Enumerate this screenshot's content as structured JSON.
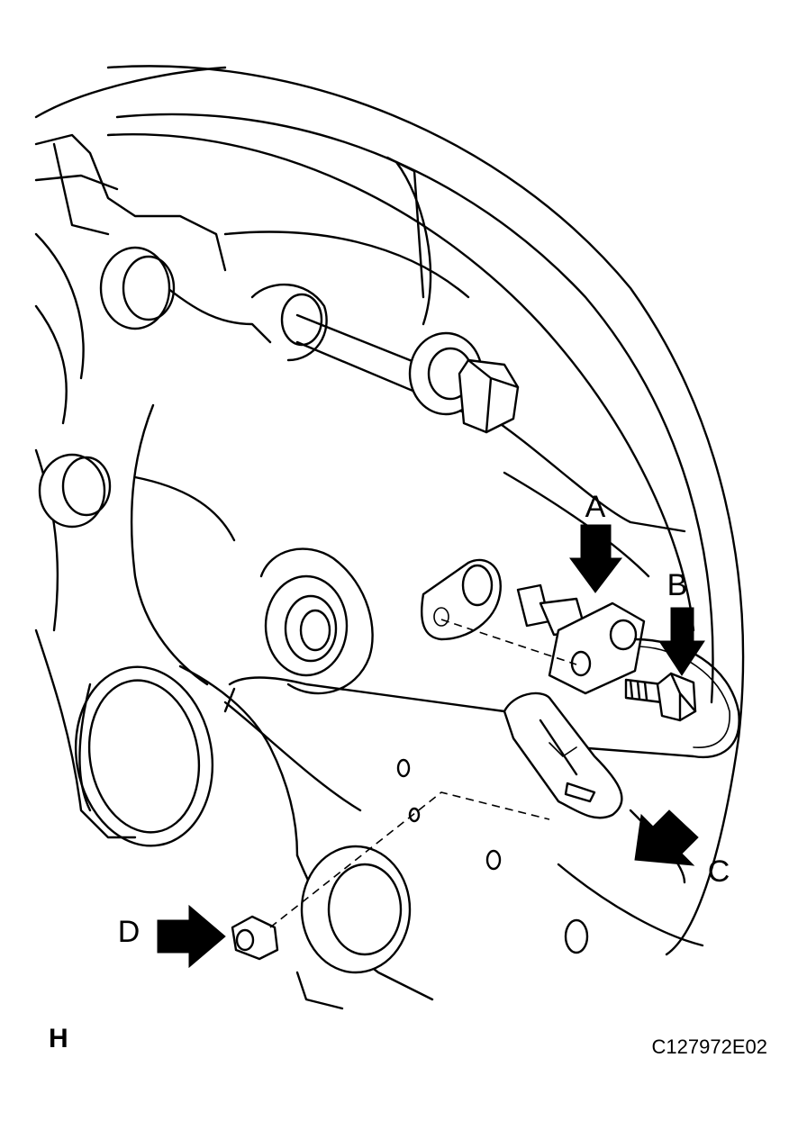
{
  "callouts": {
    "a": "A",
    "b": "B",
    "c": "C",
    "d": "D"
  },
  "view_label": "H",
  "figure_id": "C127972E02",
  "colors": {
    "line": "#000000",
    "background": "#ffffff"
  }
}
